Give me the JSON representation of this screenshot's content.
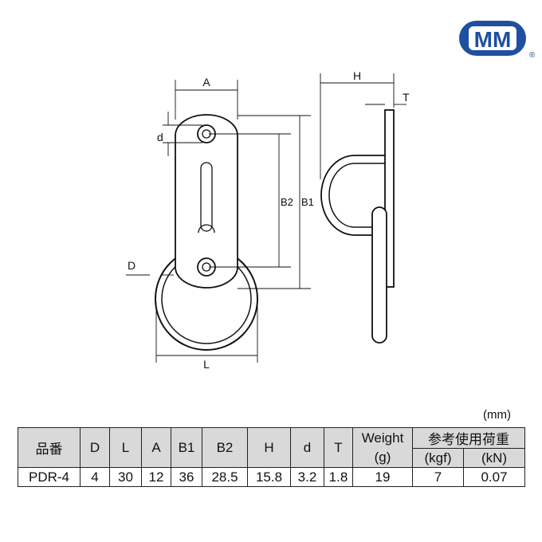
{
  "logo": {
    "text": "MM",
    "registered": "®",
    "color": "#1f4fa0"
  },
  "drawing": {
    "labels": {
      "A": "A",
      "d": "d",
      "B2": "B2",
      "B1": "B1",
      "D": "D",
      "L": "L",
      "H": "H",
      "T": "T"
    }
  },
  "table": {
    "unit": "(mm)",
    "headers": {
      "part": "品番",
      "D": "D",
      "L": "L",
      "A": "A",
      "B1": "B1",
      "B2": "B2",
      "H": "H",
      "d": "d",
      "T": "T",
      "weight": "Weight",
      "weight_unit": "(g)",
      "load": "参考使用荷重",
      "kgf": "(kgf)",
      "kn": "(kN)"
    },
    "row": {
      "part": "PDR-4",
      "D": "4",
      "L": "30",
      "A": "12",
      "B1": "36",
      "B2": "28.5",
      "H": "15.8",
      "d": "3.2",
      "T": "1.8",
      "weight": "19",
      "kgf": "7",
      "kn": "0.07"
    }
  }
}
